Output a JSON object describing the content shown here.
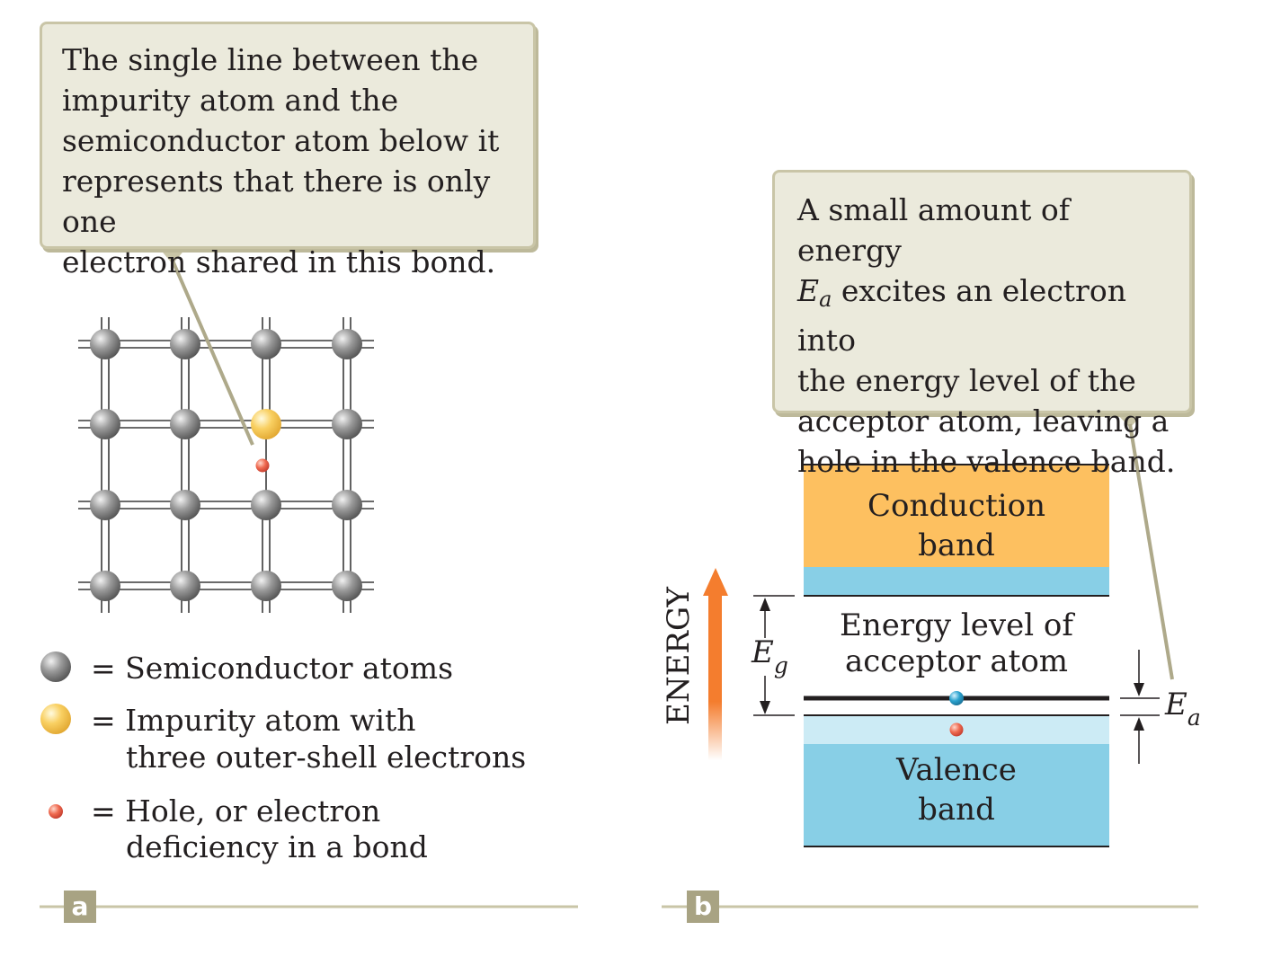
{
  "panel_a": {
    "callout_lines": [
      "The single line between the",
      "impurity atom and the",
      "semiconductor atom below it",
      "represents that there is only one",
      "electron shared in this bond."
    ],
    "legend": {
      "semiconductor": "= Semiconductor atoms",
      "impurity_line1": "= Impurity atom with",
      "impurity_line2": "three outer-shell electrons",
      "hole_line1": "= Hole, or electron",
      "hole_line2": "deficiency in a bond"
    },
    "label": "a"
  },
  "panel_b": {
    "callout": {
      "line1": "A small amount of energy",
      "line2_symbol": "E",
      "line2_sub": "a",
      "line2_rest": " excites an electron into",
      "line3": "the energy level of the",
      "line4": "acceptor atom, leaving a",
      "line5": "hole in the valence band."
    },
    "conduction_band": [
      "Conduction",
      "band"
    ],
    "acceptor_level": [
      "Energy level of",
      "acceptor atom"
    ],
    "valence_band": [
      "Valence",
      "band"
    ],
    "energy_axis_label": "ENERGY",
    "gap_symbol": "E",
    "gap_sub": "g",
    "acceptor_energy_symbol": "E",
    "acceptor_energy_sub": "a",
    "label": "b"
  },
  "colors": {
    "callout_fill": "#ebeadc",
    "callout_border": "#c9c5a7",
    "conduction_band": "#fdc060",
    "valence_band": "#88cfe6",
    "energy_arrow": "#f47d2e",
    "semiconductor_atom": "#9a9a9a",
    "impurity_atom": "#f9d062",
    "hole": "#ef6a50",
    "electron": "#2ba3cf",
    "panel_label": "#a8a383"
  }
}
